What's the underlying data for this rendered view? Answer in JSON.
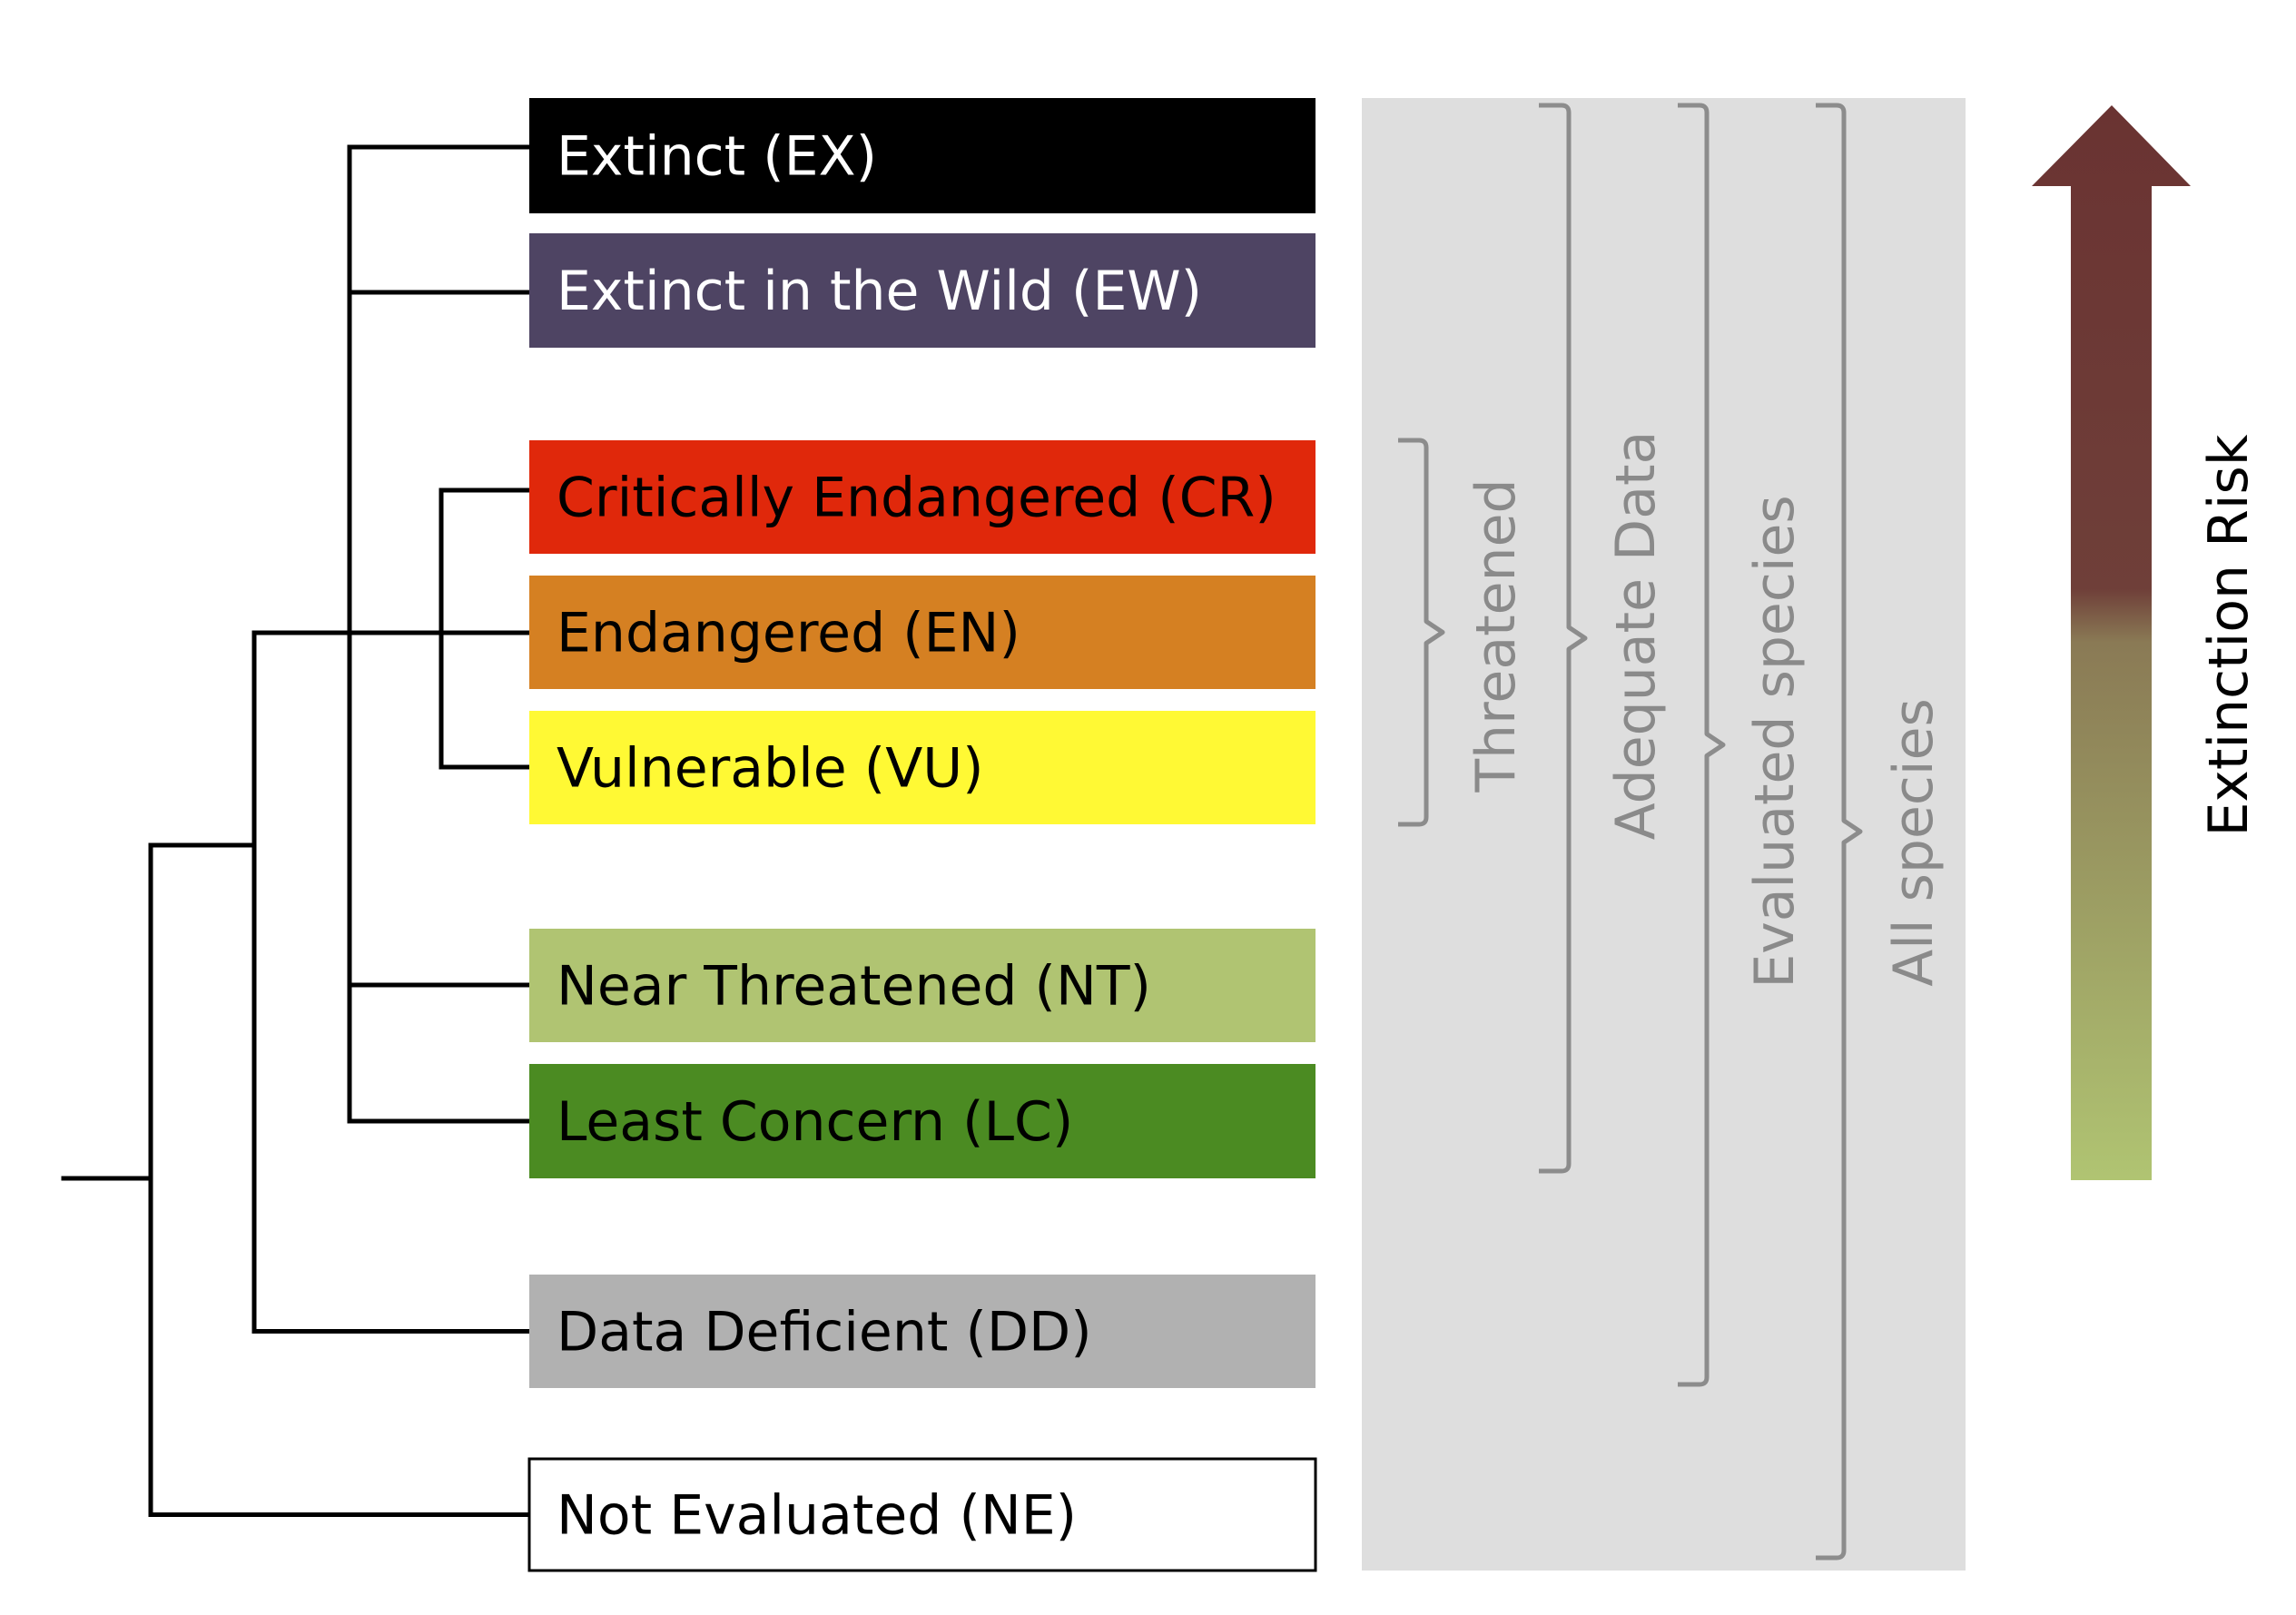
{
  "categories": [
    {
      "code": "EX",
      "label": "Extinct (EX)",
      "fill": "#000000",
      "text_color": "#ffffff"
    },
    {
      "code": "EW",
      "label": "Extinct in the Wild (EW)",
      "fill": "#4e4463",
      "text_color": "#ffffff"
    },
    {
      "code": "CR",
      "label": "Critically Endangered (CR)",
      "fill": "#e0280b",
      "text_color": "#000000"
    },
    {
      "code": "EN",
      "label": "Endangered (EN)",
      "fill": "#d58022",
      "text_color": "#000000"
    },
    {
      "code": "VU",
      "label": "Vulnerable (VU)",
      "fill": "#fff934",
      "text_color": "#000000"
    },
    {
      "code": "NT",
      "label": "Near Threatened (NT)",
      "fill": "#b0c472",
      "text_color": "#000000"
    },
    {
      "code": "LC",
      "label": "Least Concern (LC)",
      "fill": "#4b8b22",
      "text_color": "#000000"
    },
    {
      "code": "DD",
      "label": "Data Deficient (DD)",
      "fill": "#b1b1b1",
      "text_color": "#000000"
    },
    {
      "code": "NE",
      "label": "Not Evaluated (NE)",
      "fill": "#ffffff",
      "text_color": "#000000"
    }
  ],
  "groups": [
    {
      "label": "Threatened",
      "from": "CR",
      "to": "VU"
    },
    {
      "label": "Adequate Data",
      "from": "EX",
      "to": "LC"
    },
    {
      "label": "Evaluated species",
      "from": "EX",
      "to": "DD"
    },
    {
      "label": "All species",
      "from": "EX",
      "to": "NE"
    }
  ],
  "risk_arrow": {
    "label": "Extinction Risk",
    "color_top": "#6a3332",
    "color_bottom": "#b0c472"
  },
  "colors": {
    "tree_line": "#000000",
    "group_panel": "#dedede",
    "bracket": "#8c8c8c"
  }
}
